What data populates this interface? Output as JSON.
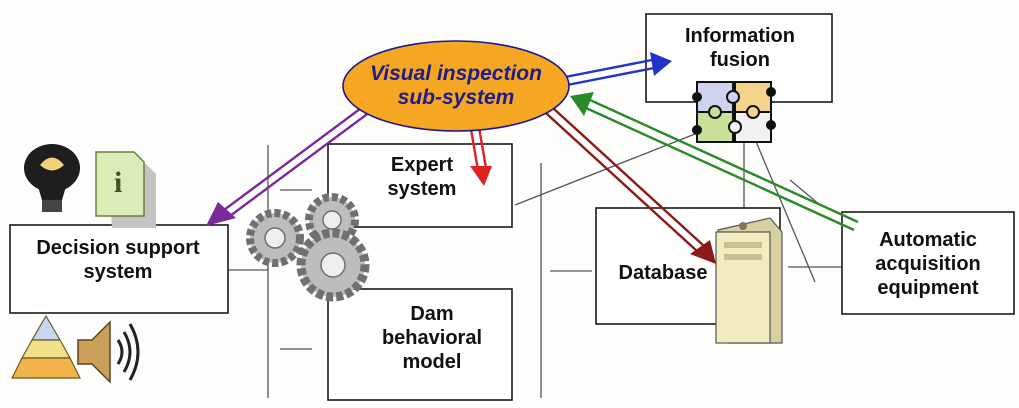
{
  "diagram": {
    "center": {
      "label": "Visual inspection\nsub-system"
    },
    "nodes": {
      "information_fusion": {
        "label": "Information\nfusion"
      },
      "expert_system": {
        "label": "Expert\nsystem"
      },
      "decision_support": {
        "label": "Decision support\nsystem"
      },
      "dam_model": {
        "label": "Dam\nbehavioral\nmodel"
      },
      "database": {
        "label": "Database"
      },
      "acquisition": {
        "label": "Automatic\nacquisition\nequipment"
      }
    },
    "icons": [
      "lightbulb-icon",
      "info-document-icon",
      "pyramid-icon",
      "speaker-icon",
      "gears-icon",
      "puzzle-icon",
      "server-icon"
    ],
    "colors": {
      "oval_fill": "#f5a623",
      "oval_text": "#1d1d8c",
      "arrow_blue": "#2233cc",
      "arrow_red": "#cc2222",
      "arrow_darkred": "#8b1a1a",
      "arrow_purple": "#7a2a9a",
      "arrow_green": "#2a8a2a"
    }
  }
}
